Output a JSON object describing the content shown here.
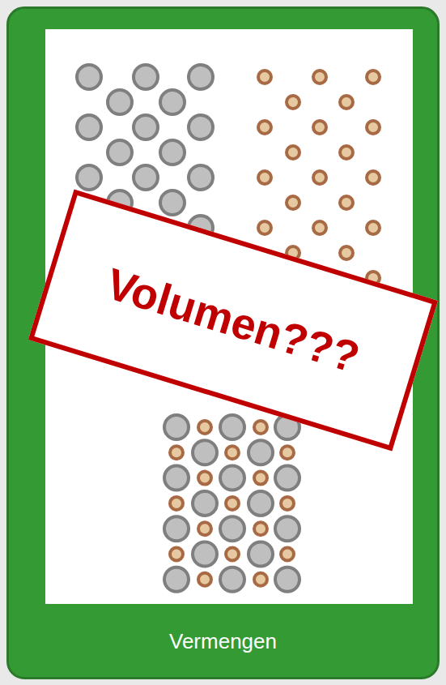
{
  "diagram": {
    "nodes": [
      {
        "text": [
          "Vermengen"
        ]
      },
      {
        "text": [
          "Volumen???"
        ],
        "in": 0
      }
    ]
  }
}
